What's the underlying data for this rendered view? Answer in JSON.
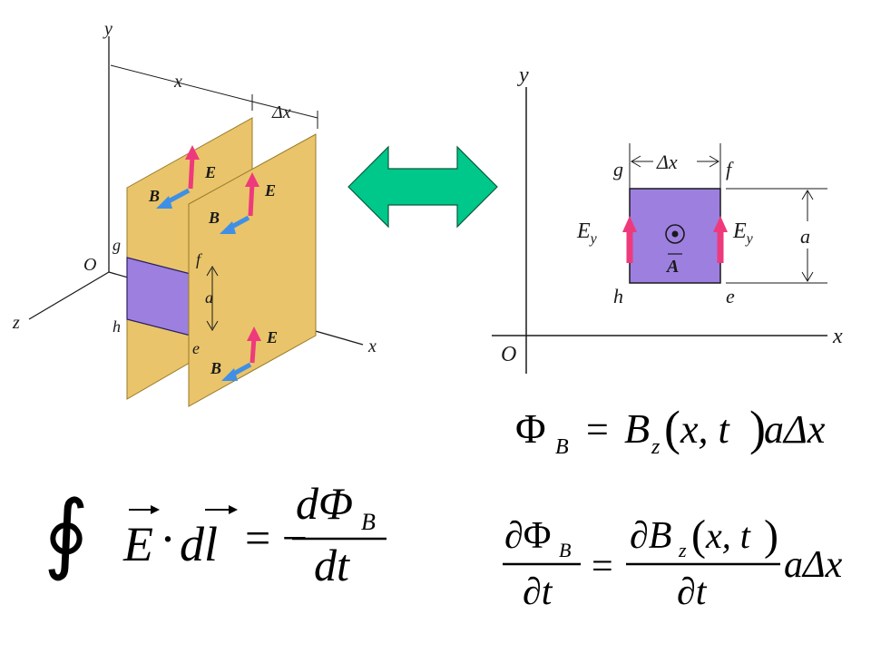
{
  "colors": {
    "sheet": "#e9c46a",
    "sheet_edge": "#9a7a2a",
    "slab": "#9d7fe0",
    "arrow_E": "#ee3a7c",
    "arrow_B": "#3f8fe6",
    "double_arrow": "#00c78a",
    "ink": "#1a1a1a"
  },
  "left_diagram": {
    "axis_y": "y",
    "axis_x": "x",
    "axis_z": "z",
    "origin": "O",
    "dim_x": "x",
    "dim_dx": "Δx",
    "dim_a": "a",
    "point_g": "g",
    "point_f": "f",
    "point_h": "h",
    "point_e": "e",
    "vec_E": "E",
    "vec_B": "B"
  },
  "right_diagram": {
    "axis_y": "y",
    "axis_x": "x",
    "origin": "O",
    "dim_dx": "Δx",
    "dim_a": "a",
    "point_g": "g",
    "point_f": "f",
    "point_h": "h",
    "point_e": "e",
    "field_left": "E",
    "field_left_sub": "y",
    "field_right": "E",
    "field_right_sub": "y",
    "area_vec": "A"
  },
  "equations": {
    "flux": {
      "phi": "Φ",
      "sub_B": "B",
      "eq": "=",
      "Bz_B": "B",
      "Bz_sub": "z",
      "paren_open": "(",
      "args": "x, t",
      "paren_close": ")",
      "tail": "aΔx"
    },
    "faraday": {
      "integral": "∮",
      "E": "E",
      "dot": "·",
      "dl": "dl",
      "eq": "= −",
      "num": "dΦ",
      "num_sub": "B",
      "den": "dt"
    },
    "derivative": {
      "lhs_num": "∂Φ",
      "lhs_num_sub": "B",
      "lhs_den": "∂t",
      "eq": "=",
      "rhs_num": "∂B",
      "rhs_num_sub": "z",
      "rhs_num_paren_open": "(",
      "rhs_num_args": "x, t",
      "rhs_num_paren_close": ")",
      "rhs_den": "∂t",
      "tail": "aΔx"
    }
  }
}
